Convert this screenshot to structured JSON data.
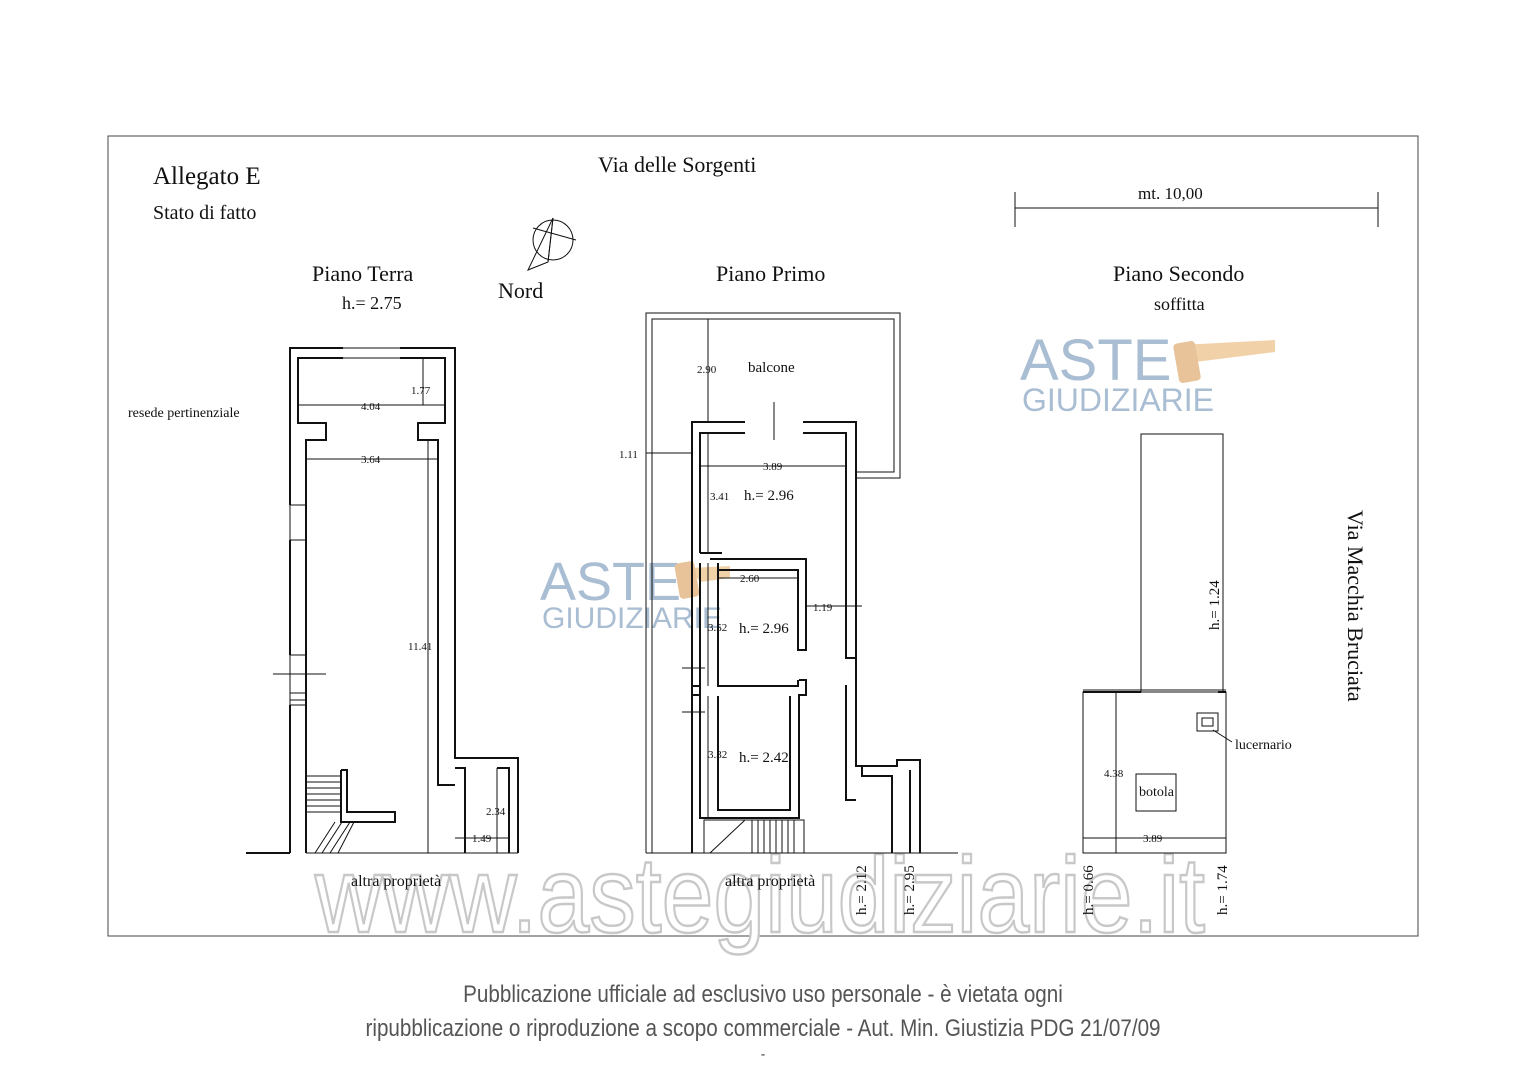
{
  "header": {
    "attachment": "Allegato E",
    "state": "Stato di fatto",
    "street_top": "Via delle  Sorgenti",
    "street_right": "Via Macchia Bruciata",
    "north": "Nord",
    "scale": "mt. 10,00"
  },
  "ground_floor": {
    "title": "Piano  Terra",
    "height": "h.= 2.75",
    "side_label": "resede pertinenziale",
    "bottom_label": "altra proprietà",
    "dims": {
      "a": "4.04",
      "b": "1.77",
      "c": "3.64",
      "d": "11.41",
      "e": "2.34",
      "f": "1.49"
    }
  },
  "first_floor": {
    "title": "Piano  Primo",
    "balcony": "balcone",
    "bottom_label": "altra proprietà",
    "heights": {
      "room1": "h.= 2.96",
      "room2": "h.= 2.96",
      "room3": "h.= 2.42",
      "side1": "h.= 2.12",
      "side2": "h.= 2.95"
    },
    "dims": {
      "a": "2.90",
      "b": "1.11",
      "c": "3.89",
      "d": "3.41",
      "e": "2.60",
      "f": "1.19",
      "g": "3.52",
      "h": "3.32"
    }
  },
  "second_floor": {
    "title": "Piano  Secondo",
    "subtitle": "soffitta",
    "skylight": "lucernario",
    "hatch": "botola",
    "heights": {
      "ridge": "h.= 1.24",
      "left": "h.= 0.66",
      "right": "h.= 1.74"
    },
    "dims": {
      "a": "4.38",
      "b": "3.89"
    }
  },
  "watermark": {
    "brand_top": "ASTE",
    "brand_bottom": "GIUDIZIARIE",
    "site": "www.astegiudiziarie.it"
  },
  "footer": {
    "line1": "Pubblicazione ufficiale ad esclusivo uso personale - è vietata ogni",
    "line2": "ripubblicazione o riproduzione a scopo commerciale - Aut. Min. Giustizia PDG 21/07/09",
    "line3": "-"
  },
  "colors": {
    "watermark_blue": "#a9bdd3",
    "watermark_orange": "#f1d1a8",
    "footer_gray": "#555555"
  }
}
